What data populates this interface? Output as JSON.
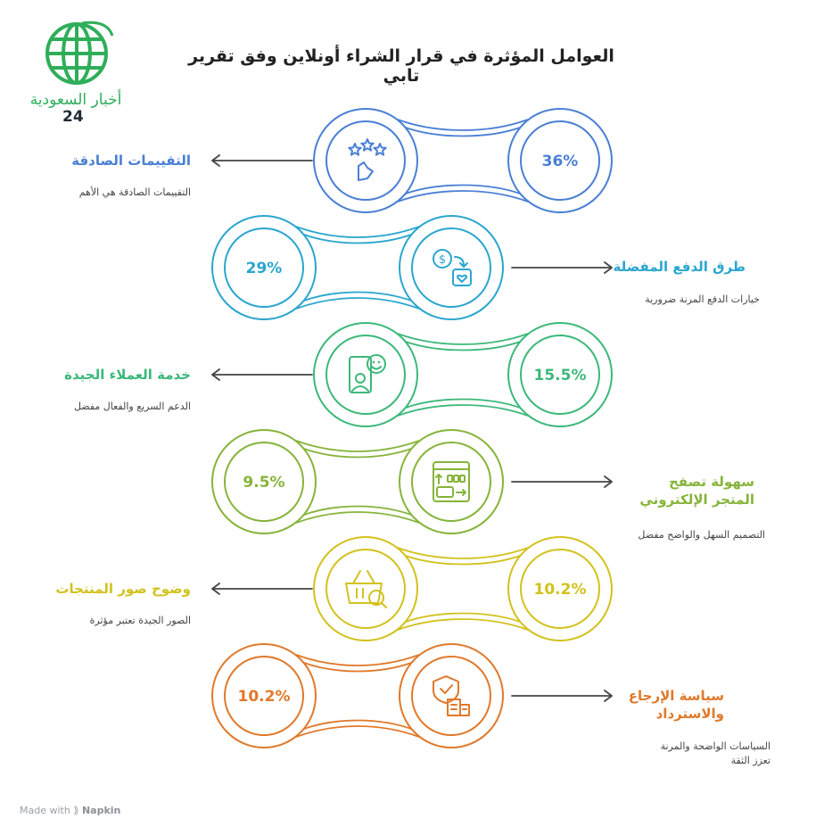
{
  "title": "العوامل المؤثرة في قرار الشراء أونلاين وفق تقرير تابي",
  "logo": {
    "text": "أخبار السعودية",
    "number": "24"
  },
  "footer": {
    "prefix": "Made with",
    "brand": "Napkin"
  },
  "chart_data": {
    "type": "diagram",
    "factors": [
      {
        "label": "التقييمات الصادقة",
        "value": "36%",
        "description": "التقييمات الصادقة هي الأهم",
        "color": "#4a7fd4",
        "icon": "stars-hand-icon"
      },
      {
        "label": "طرق الدفع المفضلة",
        "value": "29%",
        "description": "خيارات الدفع المرنة ضرورية",
        "color": "#2aa6cf",
        "icon": "payment-options-icon"
      },
      {
        "label": "خدمة العملاء الجيدة",
        "value": "15.5%",
        "description": "الدعم السريع والفعال مفضل",
        "color": "#3cb87a",
        "icon": "customer-support-icon"
      },
      {
        "label": "سهولة تصفح المتجر الإلكتروني",
        "value": "9.5%",
        "description": "التصميم السهل والواضح مفضل",
        "color": "#86b43a",
        "icon": "web-store-navigation-icon"
      },
      {
        "label": "وضوح صور المنتجات",
        "value": "10.2%",
        "description": "الصور الجيدة تعتبر مؤثرة",
        "color": "#d2c21e",
        "icon": "basket-search-icon"
      },
      {
        "label": "سياسة الإرجاع والاسترداد",
        "value": "10.2%",
        "description": "السياسات الواضحة والمرنة تعزز الثقة",
        "color": "#e0792a",
        "icon": "shield-building-icon"
      }
    ]
  }
}
